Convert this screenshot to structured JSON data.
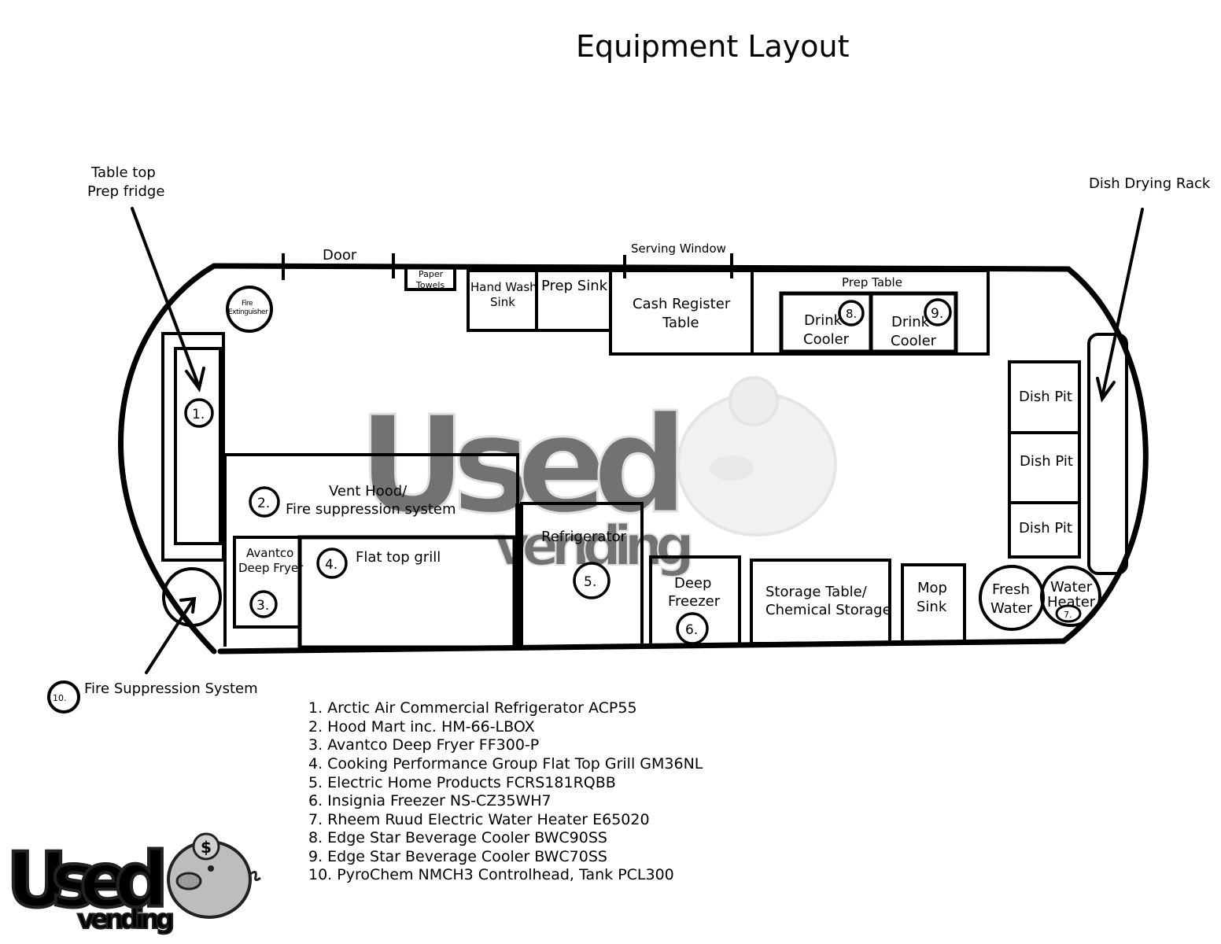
{
  "title": "Equipment Layout",
  "callouts": {
    "table_top_prep_fridge": [
      "Table top",
      "Prep fridge"
    ],
    "dish_drying_rack": "Dish Drying Rack",
    "fire_suppression_system": "Fire Suppression System",
    "fire_suppression_num": "10."
  },
  "wall_labels": {
    "door": "Door",
    "serving_window": "Serving Window",
    "paper_towels": [
      "Paper",
      "Towels"
    ]
  },
  "fixtures": {
    "fire_extinguisher": [
      "Fire",
      "Extinguisher"
    ],
    "hand_wash_sink": [
      "Hand Wash",
      "Sink"
    ],
    "prep_sink": "Prep Sink",
    "cash_register_table": [
      "Cash Register",
      "Table"
    ],
    "prep_table": "Prep Table",
    "drink_cooler_1": [
      "Drink",
      "Cooler"
    ],
    "drink_cooler_1_num": "8.",
    "drink_cooler_2": [
      "Drink",
      "Cooler"
    ],
    "drink_cooler_2_num": "9.",
    "prep_fridge_num": "1.",
    "vent_hood": [
      "Vent Hood/",
      "Fire suppression system"
    ],
    "vent_hood_num": "2.",
    "deep_fryer": [
      "Avantco",
      "Deep Fryer"
    ],
    "deep_fryer_num": "3.",
    "flat_top_grill": "Flat top grill",
    "flat_top_grill_num": "4.",
    "refrigerator": "Refrigerator",
    "refrigerator_num": "5.",
    "deep_freezer": [
      "Deep",
      "Freezer"
    ],
    "deep_freezer_num": "6.",
    "storage_table": [
      "Storage Table/",
      "Chemical Storage"
    ],
    "mop_sink": [
      "Mop",
      "Sink"
    ],
    "fresh_water": [
      "Fresh",
      "Water"
    ],
    "water_heater": [
      "Water",
      "Heater"
    ],
    "water_heater_num": "7.",
    "dish_pit_1": "Dish Pit",
    "dish_pit_2": "Dish Pit",
    "dish_pit_3": "Dish Pit"
  },
  "legend": [
    "1. Arctic Air Commercial Refrigerator ACP55",
    "2. Hood Mart inc. HM-66-LBOX",
    "3. Avantco Deep Fryer FF300-P",
    "4. Cooking Performance Group Flat Top Grill GM36NL",
    "5. Electric Home Products FCRS181RQBB",
    "6. Insignia Freezer NS-CZ35WH7",
    "7. Rheem Ruud Electric Water Heater E65020",
    "8. Edge Star Beverage Cooler BWC90SS",
    "9. Edge Star Beverage Cooler BWC70SS",
    "10. PyroChem NMCH3 Controlhead, Tank PCL300"
  ],
  "logo": {
    "word": "Used",
    "sub": "vending",
    "coin_symbol": "$"
  },
  "colors": {
    "line": "#000000",
    "background": "#ffffff",
    "watermark": "#d9d9d9",
    "logo_gray": "#8c8c8c"
  }
}
